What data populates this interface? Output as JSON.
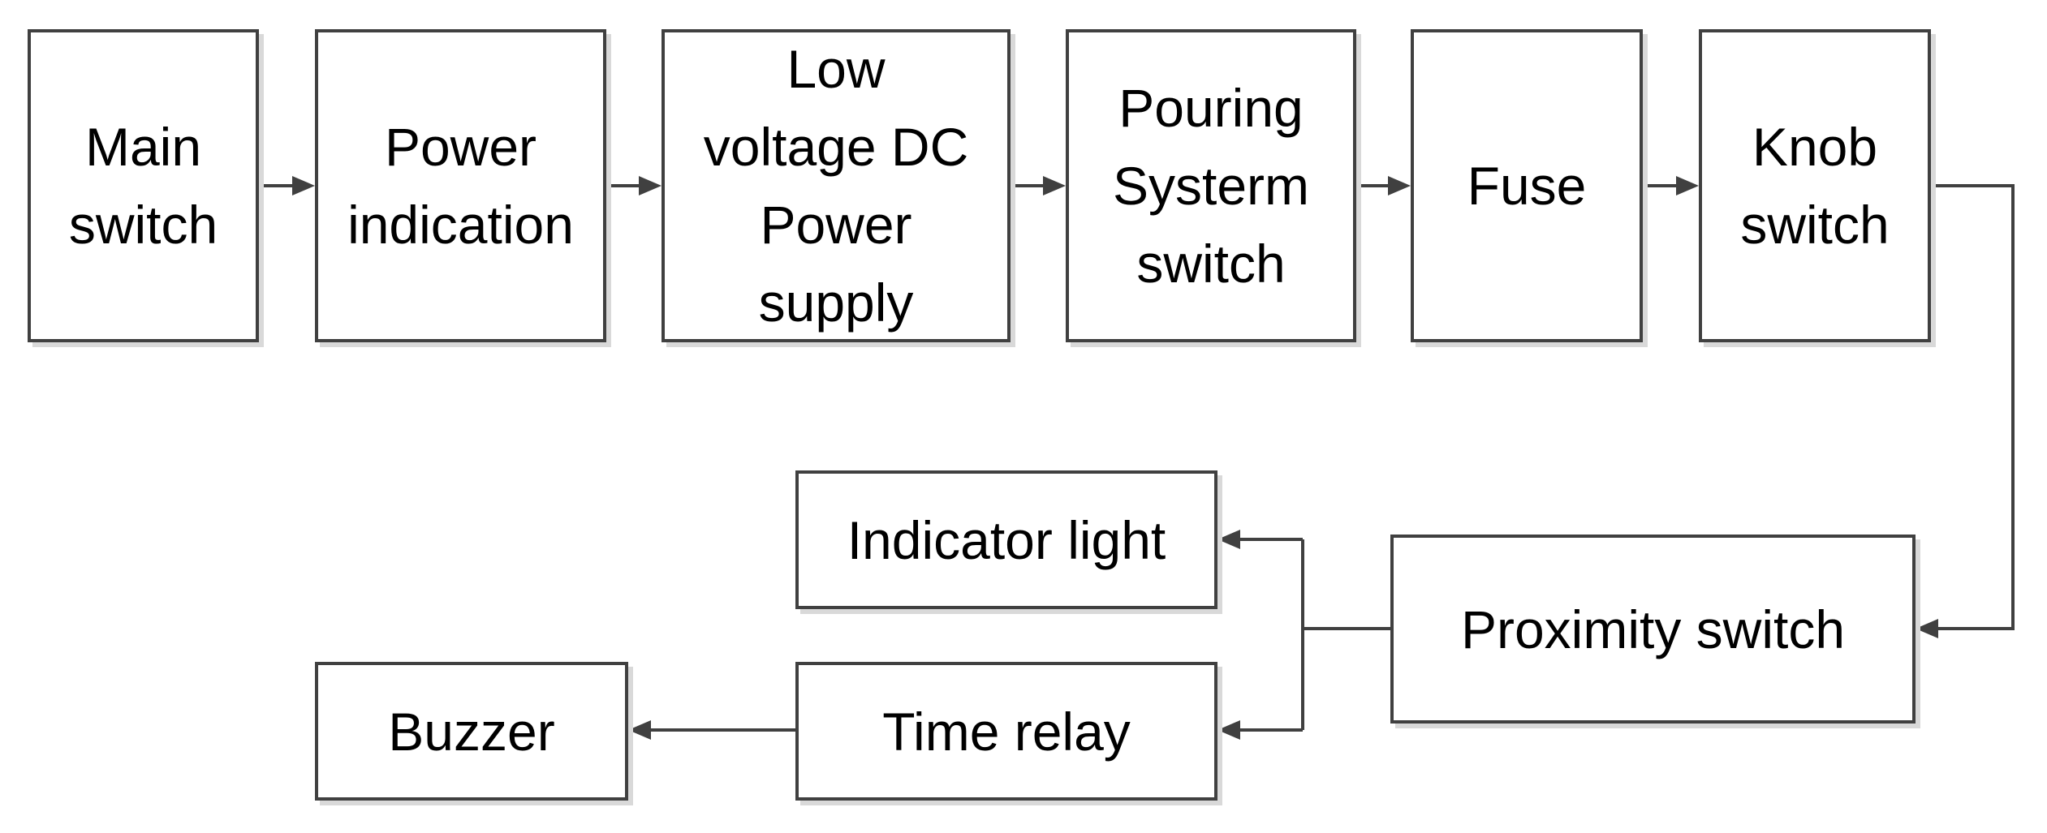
{
  "diagram": {
    "blocks": {
      "main_switch": "Main\nswitch",
      "power_indication": "Power\nindication",
      "low_voltage_dc": "Low\nvoltage DC\nPower\nsupply",
      "pouring_system_switch": "Pouring\nSysterm\nswitch",
      "fuse": "Fuse",
      "knob_switch": "Knob\nswitch",
      "indicator_light": "Indicator light",
      "proximity_switch": "Proximity switch",
      "time_relay": "Time relay",
      "buzzer": "Buzzer"
    },
    "colors": {
      "line": "#404040",
      "border": "#404040",
      "shadow": "#d9d9d9",
      "text": "#000000"
    }
  }
}
